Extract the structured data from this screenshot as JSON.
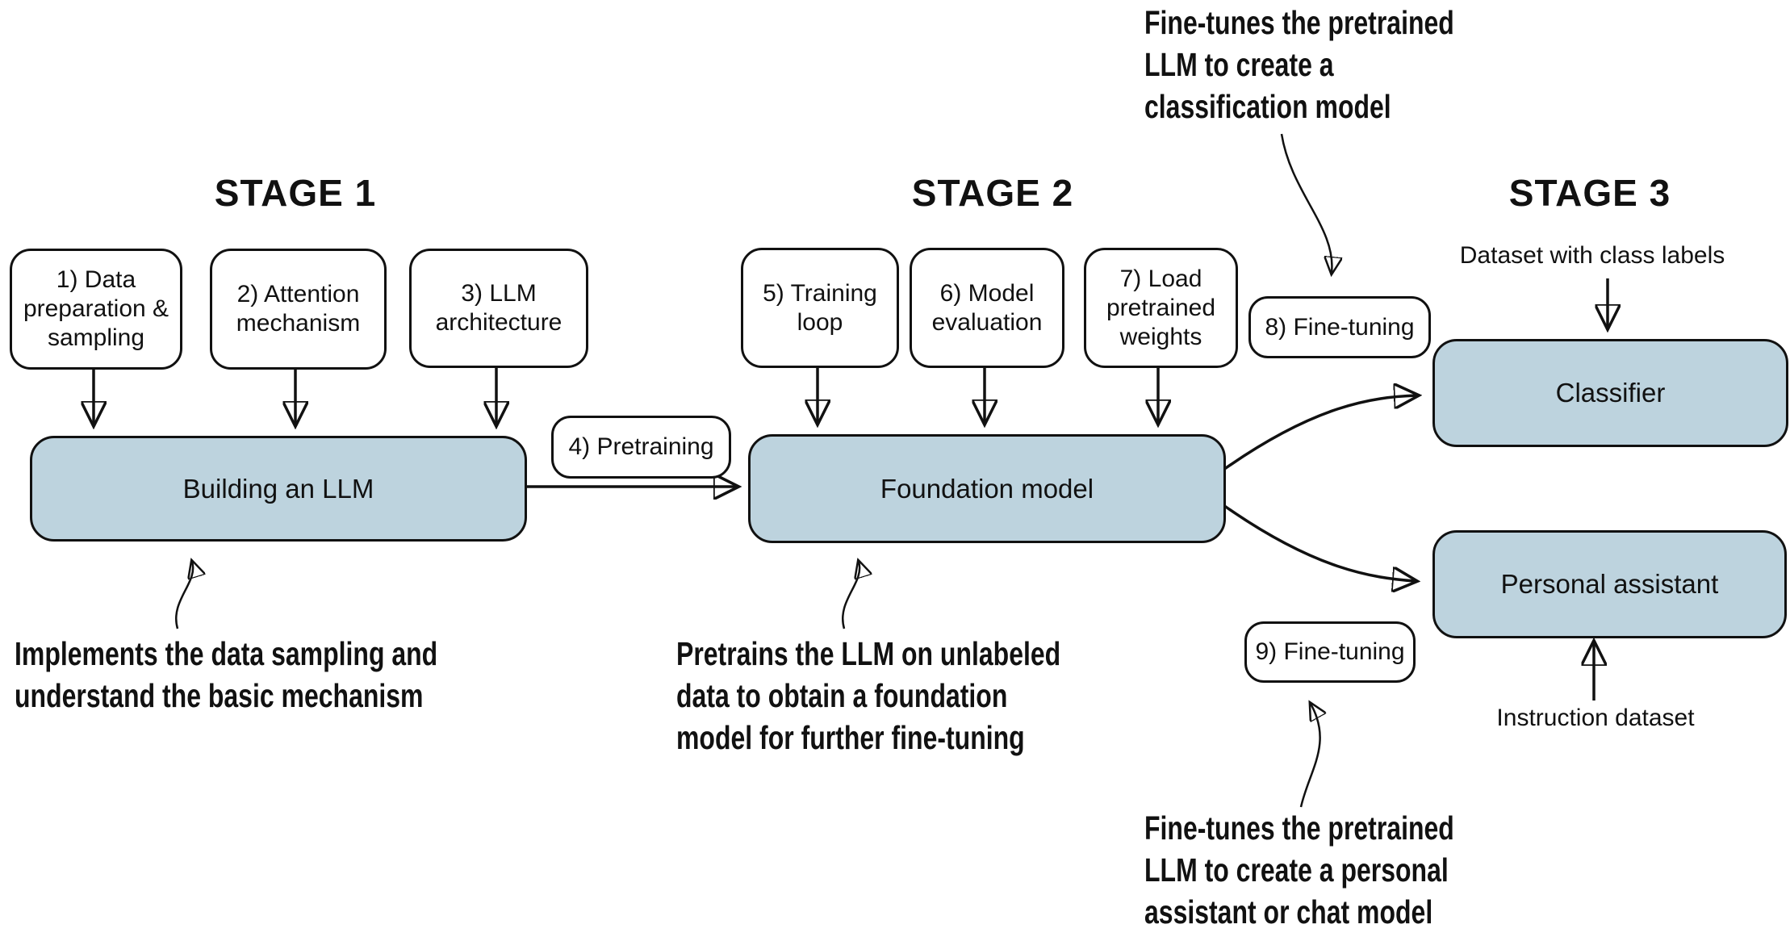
{
  "diagram": {
    "stages": {
      "stage1": "STAGE 1",
      "stage2": "STAGE 2",
      "stage3": "STAGE 3"
    },
    "step_boxes": {
      "step1": "1) Data preparation & sampling",
      "step2": "2) Attention mechanism",
      "step3": "3) LLM architecture",
      "step5": "5) Training loop",
      "step6": "6) Model evaluation",
      "step7": "7) Load pretrained weights"
    },
    "pills": {
      "step4": "4) Pretraining",
      "step8": "8) Fine-tuning",
      "step9": "9) Fine-tuning"
    },
    "main_boxes": {
      "building": "Building an LLM",
      "foundation": "Foundation model",
      "classifier": "Classifier",
      "assistant": "Personal assistant"
    },
    "io_labels": {
      "class_dataset": "Dataset with class labels",
      "instruction_dataset": "Instruction dataset"
    },
    "annotations": {
      "finetune_classification": "Fine-tunes the pretrained\nLLM to create a\nclassification model",
      "implements": "Implements the data sampling and\nunderstand the basic mechanism",
      "pretrains": "Pretrains the LLM on unlabeled\ndata to obtain a foundation\nmodel for further fine-tuning",
      "finetune_assistant": "Fine-tunes the pretrained\nLLM to create a personal\nassistant or chat model"
    },
    "colors": {
      "box_fill": "#bdd3de",
      "stroke": "#111111",
      "background": "#ffffff"
    }
  }
}
